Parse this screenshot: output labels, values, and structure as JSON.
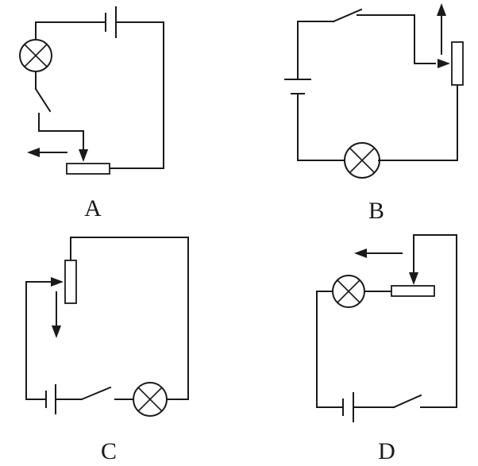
{
  "labels": {
    "a": "A",
    "b": "B",
    "c": "C",
    "d": "D"
  },
  "colors": {
    "ink": "#1a1a1a",
    "background": "#ffffff"
  },
  "components": [
    "battery",
    "lamp",
    "switch",
    "sliding-rheostat",
    "slide-direction-arrow"
  ]
}
